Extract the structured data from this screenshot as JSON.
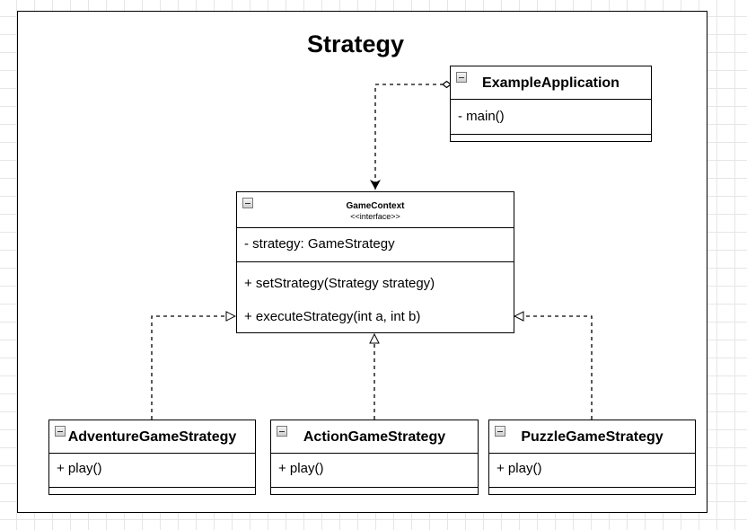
{
  "diagram": {
    "title": "Strategy",
    "classes": {
      "example_application": {
        "name": "ExampleApplication",
        "attributes": [
          "- main()"
        ]
      },
      "game_context": {
        "name": "GameContext",
        "stereotype": "<<interface>>",
        "attributes": [
          "- strategy: GameStrategy"
        ],
        "methods": [
          "+ setStrategy(Strategy strategy)",
          "+ executeStrategy(int a, int b)"
        ]
      },
      "adventure": {
        "name": "AdventureGameStrategy",
        "methods": [
          "+ play()"
        ]
      },
      "action": {
        "name": "ActionGameStrategy",
        "methods": [
          "+ play()"
        ]
      },
      "puzzle": {
        "name": "PuzzleGameStrategy",
        "methods": [
          "+ play()"
        ]
      }
    },
    "relations": [
      {
        "from": "ExampleApplication",
        "to": "GameContext",
        "kind": "dashed-aggregation-dependency"
      },
      {
        "from": "AdventureGameStrategy",
        "to": "GameContext",
        "kind": "realization"
      },
      {
        "from": "ActionGameStrategy",
        "to": "GameContext",
        "kind": "realization"
      },
      {
        "from": "PuzzleGameStrategy",
        "to": "GameContext",
        "kind": "realization"
      }
    ]
  }
}
